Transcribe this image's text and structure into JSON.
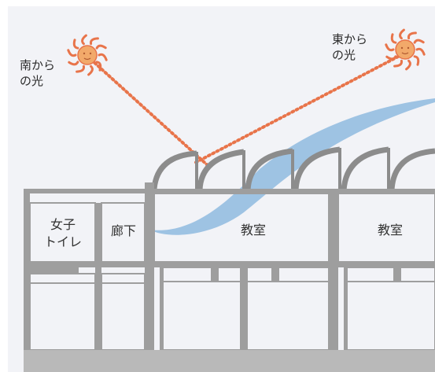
{
  "diagram": {
    "labels": {
      "south_light": [
        "南から",
        "の光"
      ],
      "east_light": [
        "東から",
        "の光"
      ],
      "girls_toilet": [
        "女子",
        "トイレ"
      ],
      "corridor": "廊下",
      "classroom_left": "教室",
      "classroom_right": "教室"
    },
    "colors": {
      "background": "#f2f3f7",
      "wall": "#9e9e9e",
      "sun": "#f2a96a",
      "sun_ray": "#e8744a",
      "light_path": "#e8744a",
      "airflow": "#5a9bd4",
      "ground": "#b9b9b9"
    },
    "icons": {
      "sun": "sun-icon",
      "airflow": "wind-flow-icon"
    }
  }
}
